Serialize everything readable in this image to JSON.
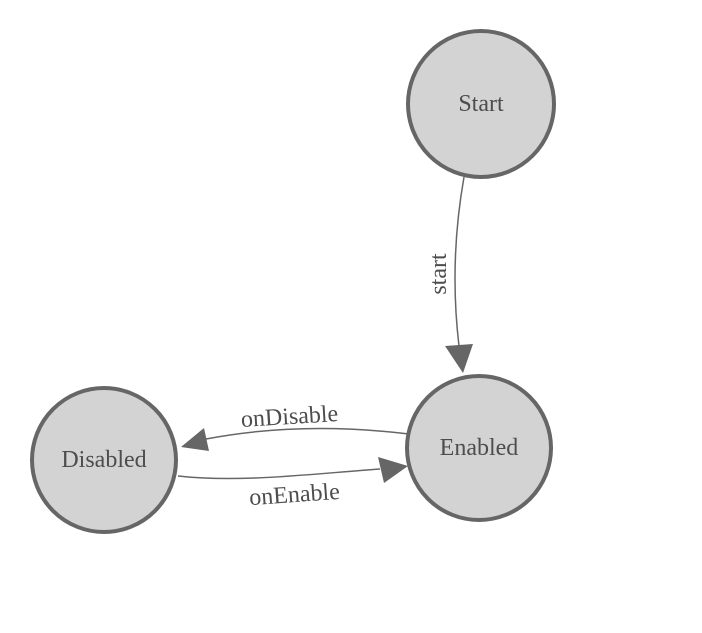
{
  "diagram": {
    "type": "state-machine",
    "background_color": "#ffffff",
    "node_style": {
      "fill": "#d3d3d3",
      "stroke": "#666666",
      "stroke_width": 4
    },
    "edge_style": {
      "line_color": "#666666",
      "label_color": "#4d4d4d"
    },
    "nodes": [
      {
        "id": "start",
        "label": "Start"
      },
      {
        "id": "enabled",
        "label": "Enabled"
      },
      {
        "id": "disabled",
        "label": "Disabled"
      }
    ],
    "edges": [
      {
        "from": "Start",
        "to": "Enabled",
        "label": "start"
      },
      {
        "from": "Enabled",
        "to": "Disabled",
        "label": "onDisable"
      },
      {
        "from": "Disabled",
        "to": "Enabled",
        "label": "onEnable"
      }
    ]
  }
}
